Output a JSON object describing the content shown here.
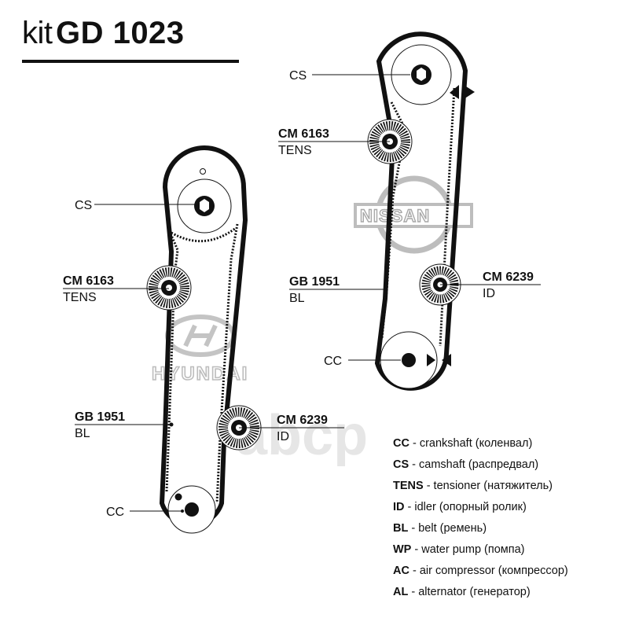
{
  "title": {
    "kit": "kit",
    "code": "GD 1023"
  },
  "left_diagram": {
    "cs": "CS",
    "tens_code": "CM 6163",
    "tens_label": "TENS",
    "bl_code": "GB 1951",
    "bl_label": "BL",
    "id_code": "CM 6239",
    "id_label": "ID",
    "cc": "CC",
    "brand": "HYUNDAI"
  },
  "right_diagram": {
    "cs": "CS",
    "tens_code": "CM 6163",
    "tens_label": "TENS",
    "bl_code": "GB 1951",
    "bl_label": "BL",
    "id_code": "CM 6239",
    "id_label": "ID",
    "cc": "CC",
    "brand": "NISSAN"
  },
  "watermark": "abcp",
  "legend": [
    {
      "abbr": "CC",
      "text": " - crankshaft (коленвал)"
    },
    {
      "abbr": "CS",
      "text": " - camshaft (распредвал)"
    },
    {
      "abbr": "TENS",
      "text": " - tensioner (натяжитель)"
    },
    {
      "abbr": "ID",
      "text": " - idler (опорный ролик)"
    },
    {
      "abbr": "BL",
      "text": " - belt (ремень)"
    },
    {
      "abbr": "WP",
      "text": " - water pump (помпа)"
    },
    {
      "abbr": "AC",
      "text": " - air compressor (компрессор)"
    },
    {
      "abbr": "AL",
      "text": " - alternator (генератор)"
    }
  ],
  "colors": {
    "ink": "#111111",
    "logo_gray": "#bdbdbd",
    "watermark_gray": "#e4e4e4"
  }
}
